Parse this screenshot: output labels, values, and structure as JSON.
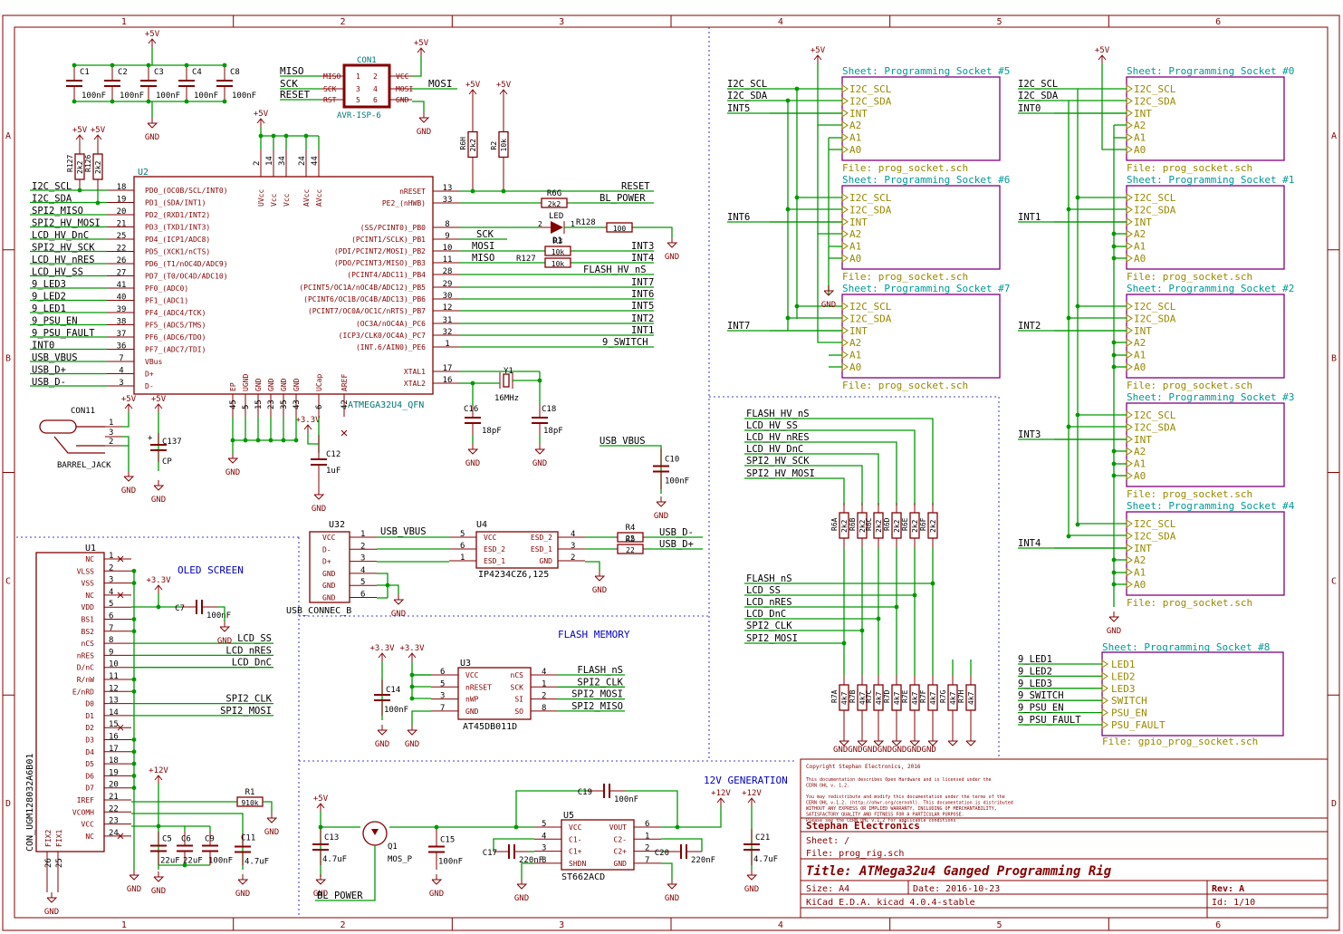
{
  "frame": {
    "cols": [
      "1",
      "2",
      "3",
      "4",
      "5",
      "6"
    ],
    "rows": [
      "A",
      "B",
      "C",
      "D"
    ]
  },
  "sections": {
    "oled": "OLED SCREEN",
    "flash": "FLASH MEMORY",
    "gen": "12V GENERATION"
  },
  "supplies": {
    "p5v": "+5V",
    "p33v": "+3.3V",
    "p12v": "+12V",
    "gnd": "GND"
  },
  "caps": {
    "c1": "C1",
    "c2": "C2",
    "c3": "C3",
    "c4": "C4",
    "c8": "C8",
    "v100n": "100nF",
    "c12": "C12",
    "v1u": "1uF",
    "c137": "C137",
    "cp": "CP",
    "c16": "C16",
    "c18": "C18",
    "v18p": "18pF",
    "c10": "C10",
    "c14": "C14",
    "c7": "C7",
    "c5": "C5",
    "c6": "C6",
    "c9": "C9",
    "c11": "C11",
    "v22u": "22uF",
    "v47u": "4.7uF",
    "c13": "C13",
    "c15": "C15",
    "c17": "C17",
    "c19": "C19",
    "c20": "C20",
    "c21": "C21",
    "v220n": "220nF"
  },
  "res": {
    "r127": "R127",
    "r126": "R126",
    "v2k2": "2k2",
    "r6h": "R6H",
    "r2": "R2",
    "v10k": "10k",
    "r6g": "R6G",
    "r128": "R128",
    "v100": "100",
    "r3": "R3",
    "r4": "R4",
    "r5": "R5",
    "v22": "22",
    "r1": "R1",
    "v910k": "910k",
    "v4k7": "4k7"
  },
  "mcu": {
    "ref": "U2",
    "value": "ATMEGA32U4_QFN",
    "left_pins": [
      {
        "n": "18",
        "p": "PD0_(OC0B/SCL/INT0)",
        "net": "I2C_SCL"
      },
      {
        "n": "19",
        "p": "PD1_(SDA/INT1)",
        "net": "I2C_SDA"
      },
      {
        "n": "20",
        "p": "PD2_(RXD1/INT2)",
        "net": "SPI2_MISO"
      },
      {
        "n": "21",
        "p": "PD3_(TXD1/INT3)",
        "net": "SPI2_HV_MOSI"
      },
      {
        "n": "25",
        "p": "PD4_(ICP1/ADC8)",
        "net": "LCD_HV_DnC"
      },
      {
        "n": "22",
        "p": "PD5_(XCK1/nCTS)",
        "net": "SPI2_HV_SCK"
      },
      {
        "n": "26",
        "p": "PD6_(T1/nOC4D/ADC9)",
        "net": "LCD_HV_nRES"
      },
      {
        "n": "27",
        "p": "PD7_(T0/OC4D/ADC10)",
        "net": "LCD_HV_SS"
      },
      {
        "n": "41",
        "p": "PF0_(ADC0)",
        "net": "9_LED3"
      },
      {
        "n": "40",
        "p": "PF1_(ADC1)",
        "net": "9_LED2"
      },
      {
        "n": "39",
        "p": "PF4_(ADC4/TCK)",
        "net": "9_LED1"
      },
      {
        "n": "38",
        "p": "PF5_(ADC5/TMS)",
        "net": "9_PSU_EN"
      },
      {
        "n": "37",
        "p": "PF6_(ADC6/TDO)",
        "net": "9_PSU_FAULT"
      },
      {
        "n": "36",
        "p": "PF7_(ADC7/TDI)",
        "net": "INT0"
      },
      {
        "n": "7",
        "p": "VBus",
        "net": "USB_VBUS"
      },
      {
        "n": "4",
        "p": "D+",
        "net": "USB_D+"
      },
      {
        "n": "3",
        "p": "D-",
        "net": "USB_D-"
      }
    ],
    "right_pins": [
      {
        "n": "13",
        "p": "nRESET",
        "net": "RESET"
      },
      {
        "n": "33",
        "p": "PE2_(nHWB)",
        "net": "BL_POWER"
      },
      {
        "n": "8",
        "p": "(SS/PCINT0)_PB0",
        "net": ""
      },
      {
        "n": "9",
        "p": "(PCINT1/SCLK)_PB1",
        "net": "SCK"
      },
      {
        "n": "10",
        "p": "(PDI/PCINT2/MOSI)_PB2",
        "net": "MOSI"
      },
      {
        "n": "11",
        "p": "(PDO/PCINT3/MISO)_PB3",
        "net": "MISO"
      },
      {
        "n": "28",
        "p": "(PCINT4/ADC11)_PB4",
        "net": "FLASH_HV_nS"
      },
      {
        "n": "29",
        "p": "(PCINT5/OC1A/nOC4B/ADC12)_PB5",
        "net": "INT7"
      },
      {
        "n": "30",
        "p": "(PCINT6/OC1B/OC4B/ADC13)_PB6",
        "net": "INT6"
      },
      {
        "n": "12",
        "p": "(PCINT7/OC0A/OC1C/nRTS)_PB7",
        "net": "INT5"
      },
      {
        "n": "31",
        "p": "(OC3A/nOC4A)_PC6",
        "net": "INT2"
      },
      {
        "n": "32",
        "p": "(ICP3/CLK0/OC4A)_PC7",
        "net": "INT1"
      },
      {
        "n": "1",
        "p": "(INT.6/AIN0)_PE6",
        "net": "9_SWITCH"
      },
      {
        "n": "17",
        "p": "XTAL1",
        "net": ""
      },
      {
        "n": "16",
        "p": "XTAL2",
        "net": ""
      }
    ],
    "top_pins": [
      {
        "n": "2",
        "p": "UVcc"
      },
      {
        "n": "14",
        "p": "Vcc"
      },
      {
        "n": "34",
        "p": "Vcc"
      },
      {
        "n": "24",
        "p": "AVcc"
      },
      {
        "n": "44",
        "p": "AVcc"
      }
    ],
    "bot_pins": [
      {
        "n": "45",
        "p": "EP"
      },
      {
        "n": "5",
        "p": "UGND"
      },
      {
        "n": "15",
        "p": "GND"
      },
      {
        "n": "23",
        "p": "GND"
      },
      {
        "n": "35",
        "p": "GND"
      },
      {
        "n": "43",
        "p": "GND"
      },
      {
        "n": "6",
        "p": "UCap"
      },
      {
        "n": "42",
        "p": "AREF"
      }
    ]
  },
  "isp": {
    "ref": "CON1",
    "value": "AVR-ISP-6",
    "pl": [
      "MISO",
      "SCK",
      "RST"
    ],
    "pr": [
      "VCC",
      "MOSI",
      "GND"
    ],
    "nl": [
      "1",
      "3",
      "5"
    ],
    "nr": [
      "2",
      "4",
      "6"
    ],
    "netl": [
      "MISO",
      "SCK",
      "RESET"
    ],
    "netr": "MOSI"
  },
  "misc": {
    "led": "LED",
    "d1": "D1",
    "y1": "Y1",
    "y1v": "16MHz",
    "con11": "CON11",
    "barrel": "BARREL_JACK",
    "u32": "U32",
    "usbc": "USB_CONNEC_B",
    "u4": "U4",
    "u4v": "IP4234CZ6,125",
    "u3": "U3",
    "u3v": "AT45DB011D",
    "q1": "Q1",
    "q1v": "MOS_P",
    "u5": "U5",
    "u5v": "ST662ACD",
    "u1": "U1",
    "u1v": "CON_UGM128032A6B01",
    "bl_power": "BL_POWER",
    "usb_vbus": "USB_VBUS",
    "n1": "1",
    "n2": "2",
    "n3": "3"
  },
  "usbpins": {
    "u32": [
      "VCC",
      "D-",
      "D+",
      "GND",
      "GND",
      "GND"
    ],
    "u32n": [
      "1",
      "2",
      "3",
      "4",
      "5",
      "6"
    ],
    "u4l": [
      "VCC",
      "ESD_2",
      "ESD_1"
    ],
    "u4ln": [
      "5",
      "6",
      "1"
    ],
    "u4r": [
      "ESD_2",
      "ESD_1",
      "GND"
    ],
    "u4rn": [
      "4",
      "3",
      "2"
    ],
    "nets": [
      "USB_VBUS",
      "USB_D-",
      "USB_D+"
    ]
  },
  "flashpins": {
    "l": [
      "VCC",
      "nRESET",
      "nWP",
      "GND"
    ],
    "ln": [
      "6",
      "5",
      "3",
      "7"
    ],
    "r": [
      "nCS",
      "SCK",
      "SI",
      "SO"
    ],
    "rn": [
      "4",
      "1",
      "2",
      "8"
    ],
    "nets": [
      "FLASH_nS",
      "SPI2_CLK",
      "SPI2_MOSI",
      "SPI2_MISO"
    ]
  },
  "u5pins": {
    "l": [
      "VCC",
      "C1-",
      "C1+",
      "SHDN"
    ],
    "ln": [
      "5",
      "4",
      "3",
      "8"
    ],
    "r": [
      "VOUT",
      "C2-",
      "C2+",
      "GND"
    ],
    "rn": [
      "6",
      "1",
      "2",
      "7"
    ]
  },
  "oled": {
    "pins": [
      {
        "n": "1",
        "p": "NC",
        "net": ""
      },
      {
        "n": "2",
        "p": "VLSS",
        "net": ""
      },
      {
        "n": "3",
        "p": "VSS",
        "net": ""
      },
      {
        "n": "4",
        "p": "NC",
        "net": ""
      },
      {
        "n": "5",
        "p": "VDD",
        "net": ""
      },
      {
        "n": "6",
        "p": "BS1",
        "net": ""
      },
      {
        "n": "7",
        "p": "BS2",
        "net": ""
      },
      {
        "n": "8",
        "p": "nCS",
        "net": "LCD_SS"
      },
      {
        "n": "9",
        "p": "nRES",
        "net": "LCD_nRES"
      },
      {
        "n": "10",
        "p": "D/nC",
        "net": "LCD_DnC"
      },
      {
        "n": "11",
        "p": "R/nW",
        "net": ""
      },
      {
        "n": "12",
        "p": "E/nRD",
        "net": ""
      },
      {
        "n": "13",
        "p": "D0",
        "net": "SPI2_CLK"
      },
      {
        "n": "14",
        "p": "D1",
        "net": "SPI2_MOSI"
      },
      {
        "n": "15",
        "p": "D2",
        "net": ""
      },
      {
        "n": "16",
        "p": "D3",
        "net": ""
      },
      {
        "n": "17",
        "p": "D4",
        "net": ""
      },
      {
        "n": "18",
        "p": "D5",
        "net": ""
      },
      {
        "n": "19",
        "p": "D6",
        "net": ""
      },
      {
        "n": "20",
        "p": "D7",
        "net": ""
      },
      {
        "n": "21",
        "p": "IREF",
        "net": ""
      },
      {
        "n": "22",
        "p": "VCOMH",
        "net": ""
      },
      {
        "n": "23",
        "p": "VCC",
        "net": ""
      },
      {
        "n": "24",
        "p": "NC",
        "net": ""
      }
    ],
    "fix": [
      "FIX2",
      "FIX1"
    ],
    "fixn": [
      "26",
      "25"
    ]
  },
  "levelshift": {
    "top_nets": [
      "FLASH_HV_nS",
      "LCD_HV_SS",
      "LCD_HV_nRES",
      "LCD_HV_DnC",
      "SPI2_HV_SCK",
      "SPI2_HV_MOSI"
    ],
    "mid_nets": [
      "FLASH_nS",
      "LCD_SS",
      "LCD_nRES",
      "LCD_DnC",
      "SPI2_CLK",
      "SPI2_MOSI"
    ],
    "r_top": [
      "R6A",
      "R6B",
      "R6C",
      "R6D",
      "R6E",
      "R6F"
    ],
    "r_bot": [
      "R7A",
      "R7B",
      "R7C",
      "R7D",
      "R7E",
      "R7F",
      "R7G",
      "R7H"
    ],
    "gnd_row": "GNDGNDGNDGNDGNDGNDGND"
  },
  "sheets": [
    {
      "title": "Sheet: Programming Socket #5",
      "file": "File: prog_socket.sch",
      "int": "INT5"
    },
    {
      "title": "Sheet: Programming Socket #6",
      "file": "File: prog_socket.sch",
      "int": "INT6"
    },
    {
      "title": "Sheet: Programming Socket #7",
      "file": "File: prog_socket.sch",
      "int": "INT7"
    },
    {
      "title": "Sheet: Programming Socket #0",
      "file": "File: prog_socket.sch",
      "int": "INT0"
    },
    {
      "title": "Sheet: Programming Socket #1",
      "file": "File: prog_socket.sch",
      "int": "INT1"
    },
    {
      "title": "Sheet: Programming Socket #2",
      "file": "File: prog_socket.sch",
      "int": "INT2"
    },
    {
      "title": "Sheet: Programming Socket #3",
      "file": "File: prog_socket.sch",
      "int": "INT3"
    },
    {
      "title": "Sheet: Programming Socket #4",
      "file": "File: prog_socket.sch",
      "int": "INT4"
    }
  ],
  "sheet_pins": [
    "I2C_SCL",
    "I2C_SDA",
    "INT",
    "A2",
    "A1",
    "A0"
  ],
  "sheet_bus": [
    "I2C_SCL",
    "I2C_SDA"
  ],
  "gpio_sheet": {
    "title": "Sheet: Programming Socket #8",
    "file": "File: gpio_prog_socket.sch",
    "pins": [
      "LED1",
      "LED2",
      "LED3",
      "SWITCH",
      "PSU_EN",
      "PSU_FAULT"
    ],
    "nets": [
      "9_LED1",
      "9_LED2",
      "9_LED3",
      "9_SWITCH",
      "9_PSU_EN",
      "9_PSU_FAULT"
    ]
  },
  "titleblock": {
    "copyright": "Copyright Stephan Electronics, 2016",
    "lines": [
      "This documentation describes Open Hardware and is licensed under the",
      "CERN OHL v. 1.2.",
      "",
      "You may redistribute and modify this documentation under the terms of the",
      "CERN OHL v.1.2. (http://ohwr.org/cernohl). This documentation is distributed",
      "WITHOUT ANY EXPRESS OR IMPLIED WARRANTY, INCLUDING OF MERCHANTABILITY,",
      "SATISFACTORY QUALITY AND FITNESS FOR A PARTICULAR PURPOSE.",
      "Please see the CERN OHL v.1.2 for applicable conditions"
    ],
    "company": "Stephan Electronics",
    "sheet": "Sheet: /",
    "file": "File: prog_rig.sch",
    "title": "Title: ATMega32u4 Ganged Programming Rig",
    "size": "Size: A4",
    "date": "Date: 2016-10-23",
    "rev": "Rev: A",
    "tool": "KiCad E.D.A.  kicad 4.0.4-stable",
    "id": "Id: 1/10"
  },
  "colors": {
    "wire": "#009900",
    "body": "#840000",
    "sheet": "#800080",
    "pin": "#840000",
    "label": "#000000",
    "note": "#0000c8",
    "bg": "#ffffff"
  }
}
